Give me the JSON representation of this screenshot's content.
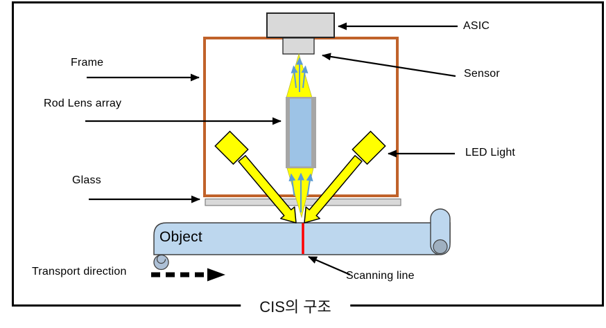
{
  "diagram": {
    "caption": "CIS의 구조",
    "labels": {
      "asic": "ASIC",
      "sensor": "Sensor",
      "frame": "Frame",
      "rod_lens_array": "Rod Lens array",
      "glass": "Glass",
      "led_light": "LED Light",
      "object": "Object",
      "transport_direction": "Transport direction",
      "scanning_line": "Scanning line"
    },
    "colors": {
      "frame_orange": "#C0622A",
      "component_gray": "#D9D9D9",
      "rod_gray": "#A6A6A6",
      "rod_lens_blue": "#9DC3E6",
      "light_yellow": "#FFFF00",
      "ray_arrow_blue": "#5B9BD5",
      "object_blue": "#BDD7EE",
      "roll_gray_blue": "#9FB0C0",
      "scanning_line_red": "#FF0000"
    }
  }
}
